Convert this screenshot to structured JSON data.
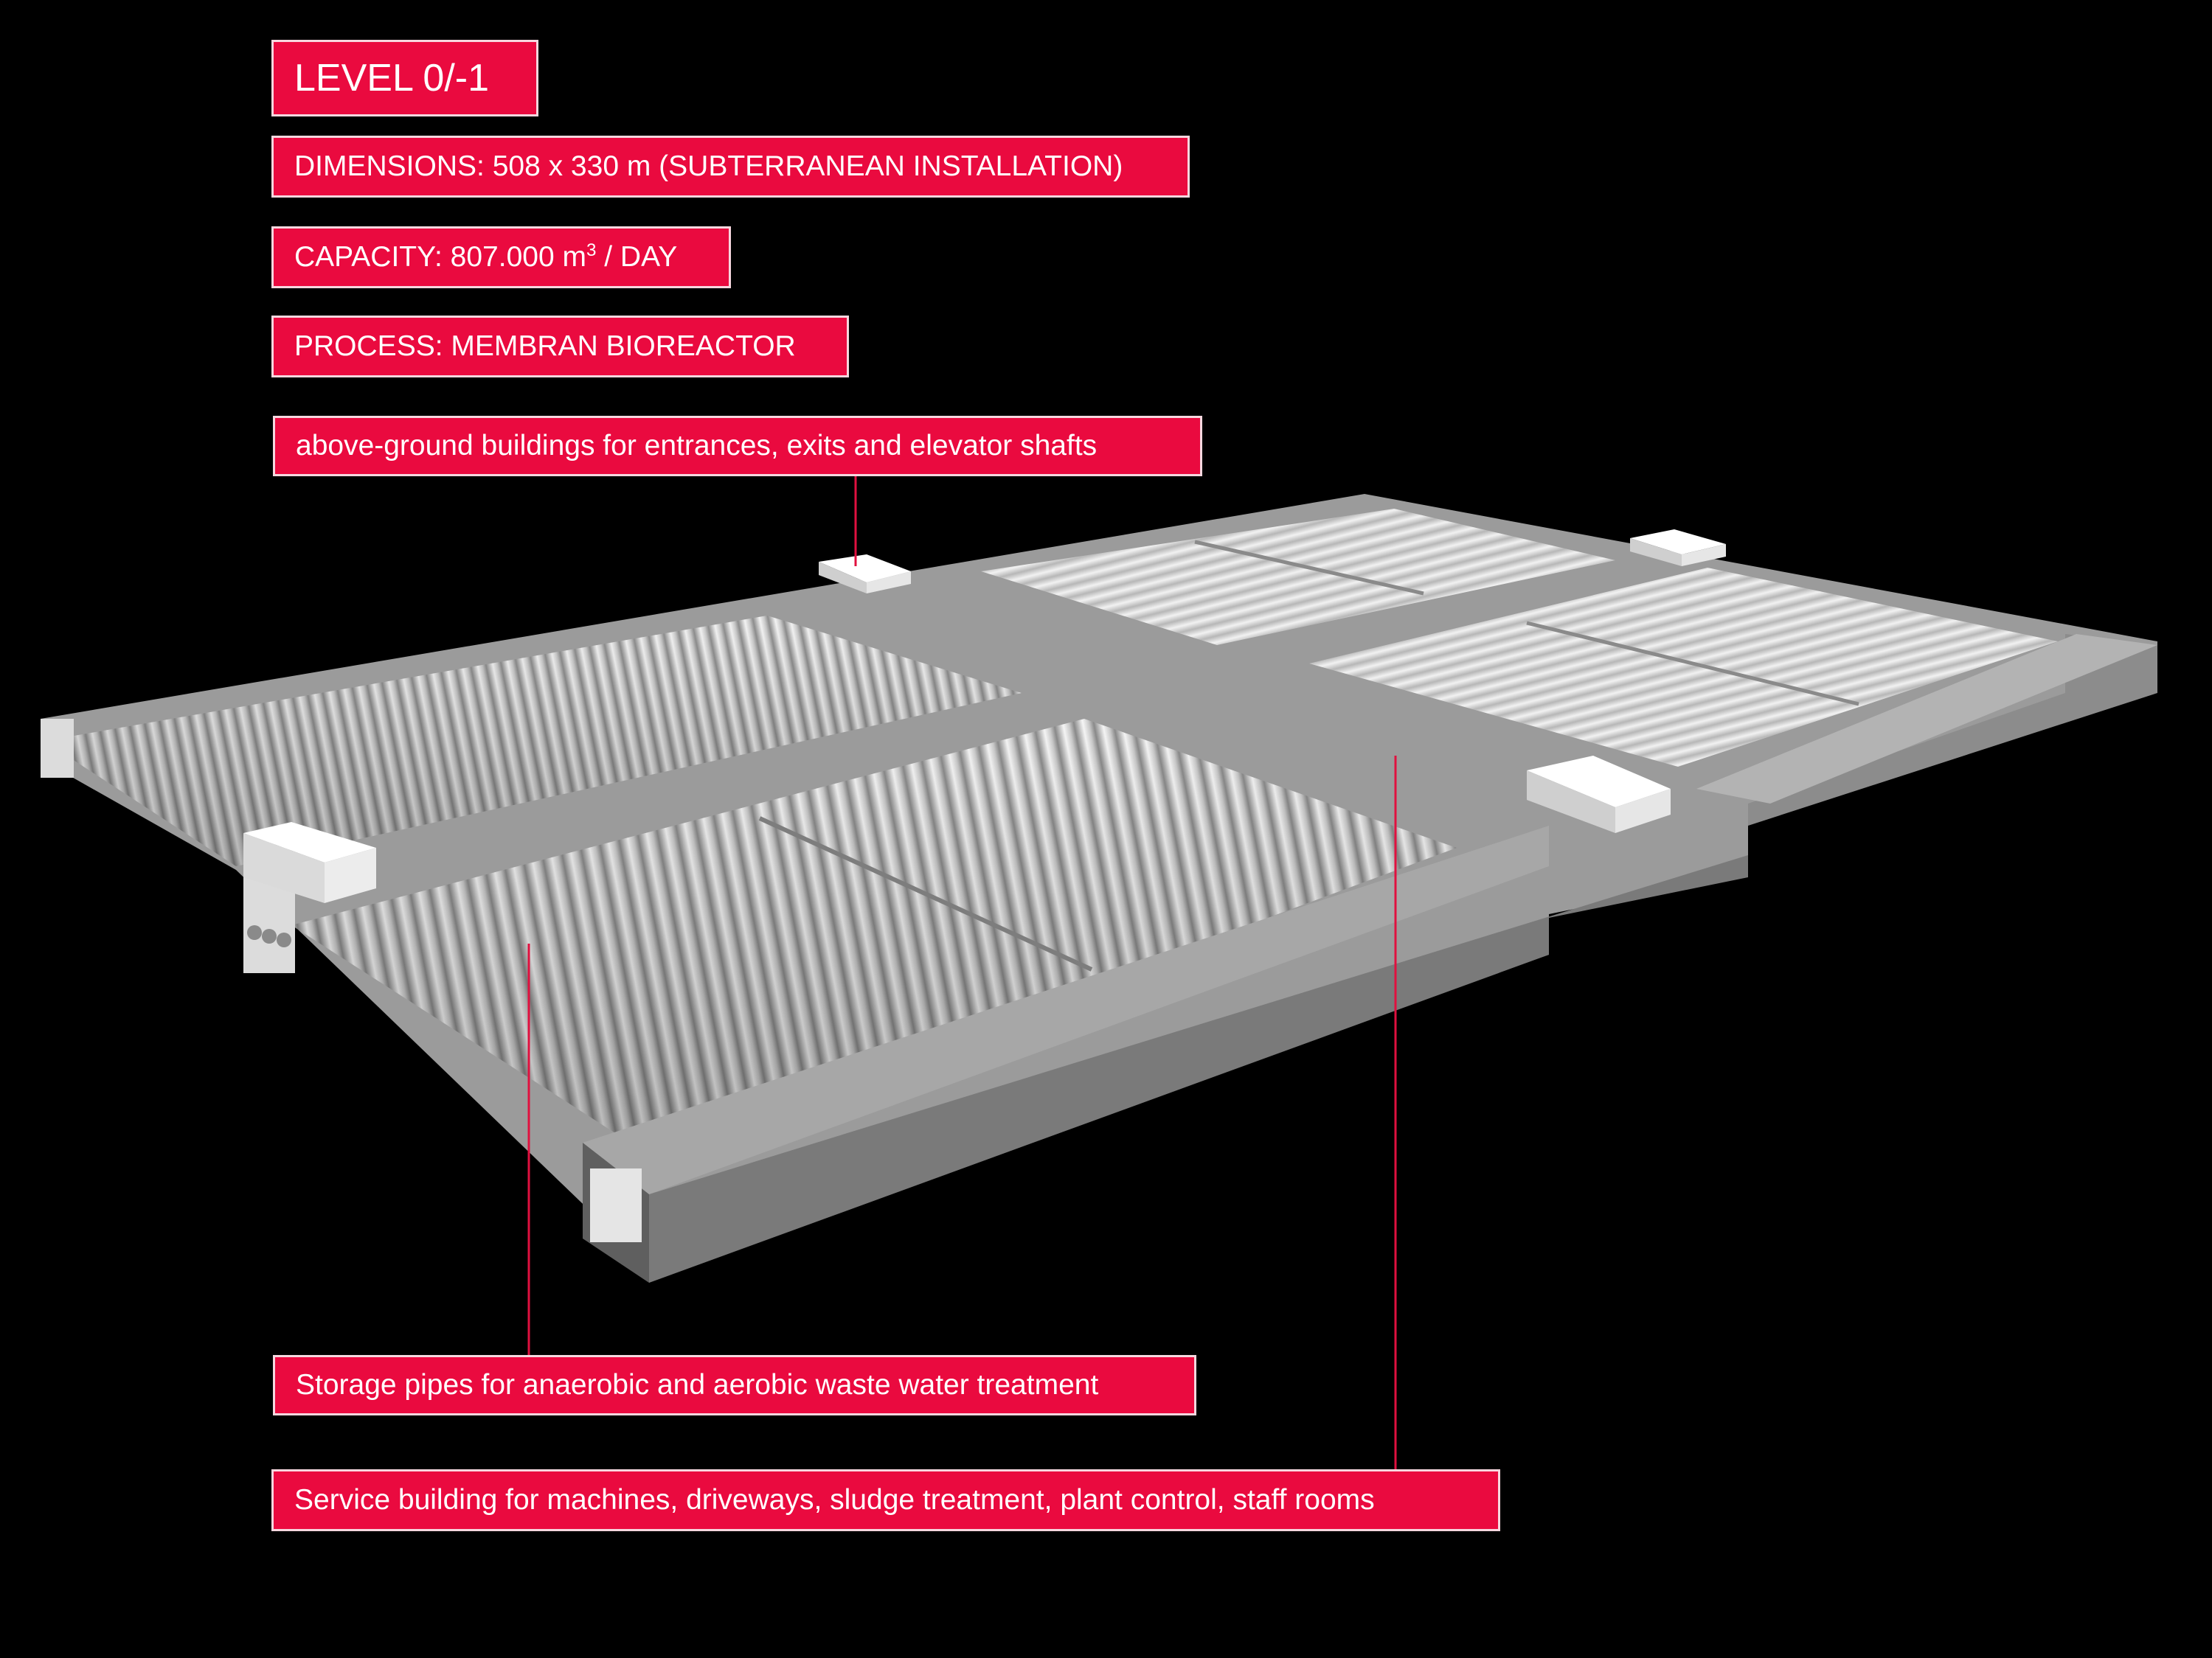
{
  "title": "LEVEL 0/-1",
  "specs": {
    "dimensions": "DIMENSIONS: 508 x 330 m (SUBTERRANEAN INSTALLATION)",
    "capacity_prefix": "CAPACITY: 807.000 m",
    "capacity_sup": "3",
    "capacity_suffix": " / DAY",
    "process": "PROCESS: MEMBRAN BIOREACTOR"
  },
  "callouts": {
    "buildings": "above-ground buildings for entrances, exits and elevator shafts",
    "pipes": "Storage pipes for anaerobic and aerobic waste water treatment",
    "service": "Service building for machines, driveways, sludge treatment, plant control, staff rooms"
  },
  "colors": {
    "background": "#000000",
    "label_fill": "#ea0a3f",
    "label_border": "#f6d7df",
    "leader_line": "#e0103f",
    "model": "#9a9a9a"
  }
}
